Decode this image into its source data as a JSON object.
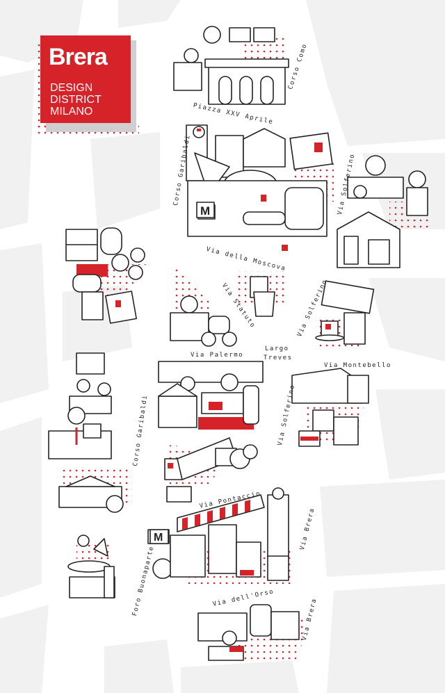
{
  "logo": {
    "brand": "Brera",
    "line1": "DESIGN",
    "line2": "DISTRICT",
    "line3": "MILANO",
    "color": "#d6232a"
  },
  "streets": {
    "corso_como": "Corso Como",
    "piazza_xxv_aprile": "Piazza XXV Aprile",
    "corso_garibaldi_top": "Corso Garibaldi",
    "via_solferino_top": "Via Solferino",
    "via_della_moscova": "Via della Moscova",
    "via_statuto": "Via Statuto",
    "via_solferino_mid": "Via Solferino",
    "via_palermo": "Via Palermo",
    "largo_treves_1": "Largo",
    "largo_treves_2": "Treves",
    "via_montebello": "Via Montebello",
    "corso_garibaldi_bottom": "Corso Garibaldi",
    "via_solferino_bottom": "Via Solferino",
    "via_pontaccio": "Via Pontaccio",
    "via_brera_top": "Via Brera",
    "foro_buonaparte": "Foro Buonaparte",
    "via_dell_orso": "Via dell'Orso",
    "via_brera_bottom": "Via Brera"
  },
  "icons": {
    "metro_letter_1": "M",
    "metro_letter_2": "M"
  },
  "colors": {
    "accent": "#d6232a",
    "line": "#222222",
    "block": "#f1f1f1"
  }
}
